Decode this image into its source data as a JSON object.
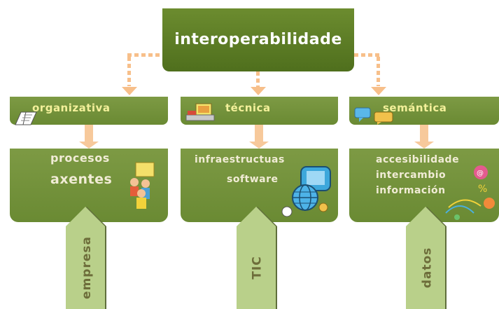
{
  "title": "interoperabilidade",
  "categories": [
    {
      "label": "organizativa",
      "icon": "book-icon"
    },
    {
      "label": "técnica",
      "icon": "computer-icon"
    },
    {
      "label": "semántica",
      "icon": "speech-bubbles-icon"
    }
  ],
  "details": [
    {
      "lines": [
        "procesos",
        "axentes"
      ],
      "icon": "people-icon"
    },
    {
      "lines": [
        "infraestructuas",
        "software"
      ],
      "icon": "network-globe-icon"
    },
    {
      "lines": [
        "accesibilidade",
        "intercambio",
        "información"
      ],
      "icon": "data-symbols-icon"
    }
  ],
  "bases": [
    {
      "label": "empresa"
    },
    {
      "label": "TIC"
    },
    {
      "label": "datos"
    }
  ],
  "colors": {
    "box_green": "#6f8e37",
    "title_green": "#5a7a24",
    "label_yellow": "#f3f09a",
    "connector_orange": "#f7bf8a",
    "base_arrow_green": "#b9d08a"
  }
}
